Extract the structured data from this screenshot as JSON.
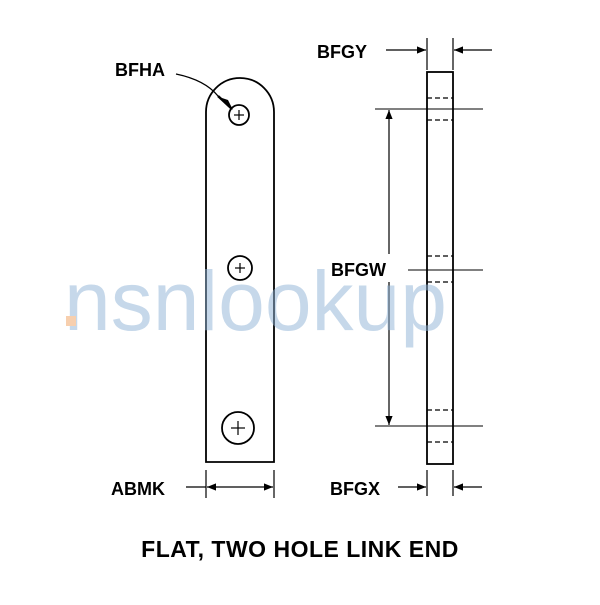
{
  "diagram": {
    "caption": "FLAT, TWO HOLE LINK END",
    "labels": {
      "hole_diameter": "BFHA",
      "thickness": "BFGY",
      "hole_spacing": "BFGW",
      "edge_offset": "BFGX",
      "width": "ABMK"
    }
  },
  "watermark": {
    "text": "nsnlookup",
    "color": "#8fb3d6",
    "accent": "#f0a060"
  }
}
